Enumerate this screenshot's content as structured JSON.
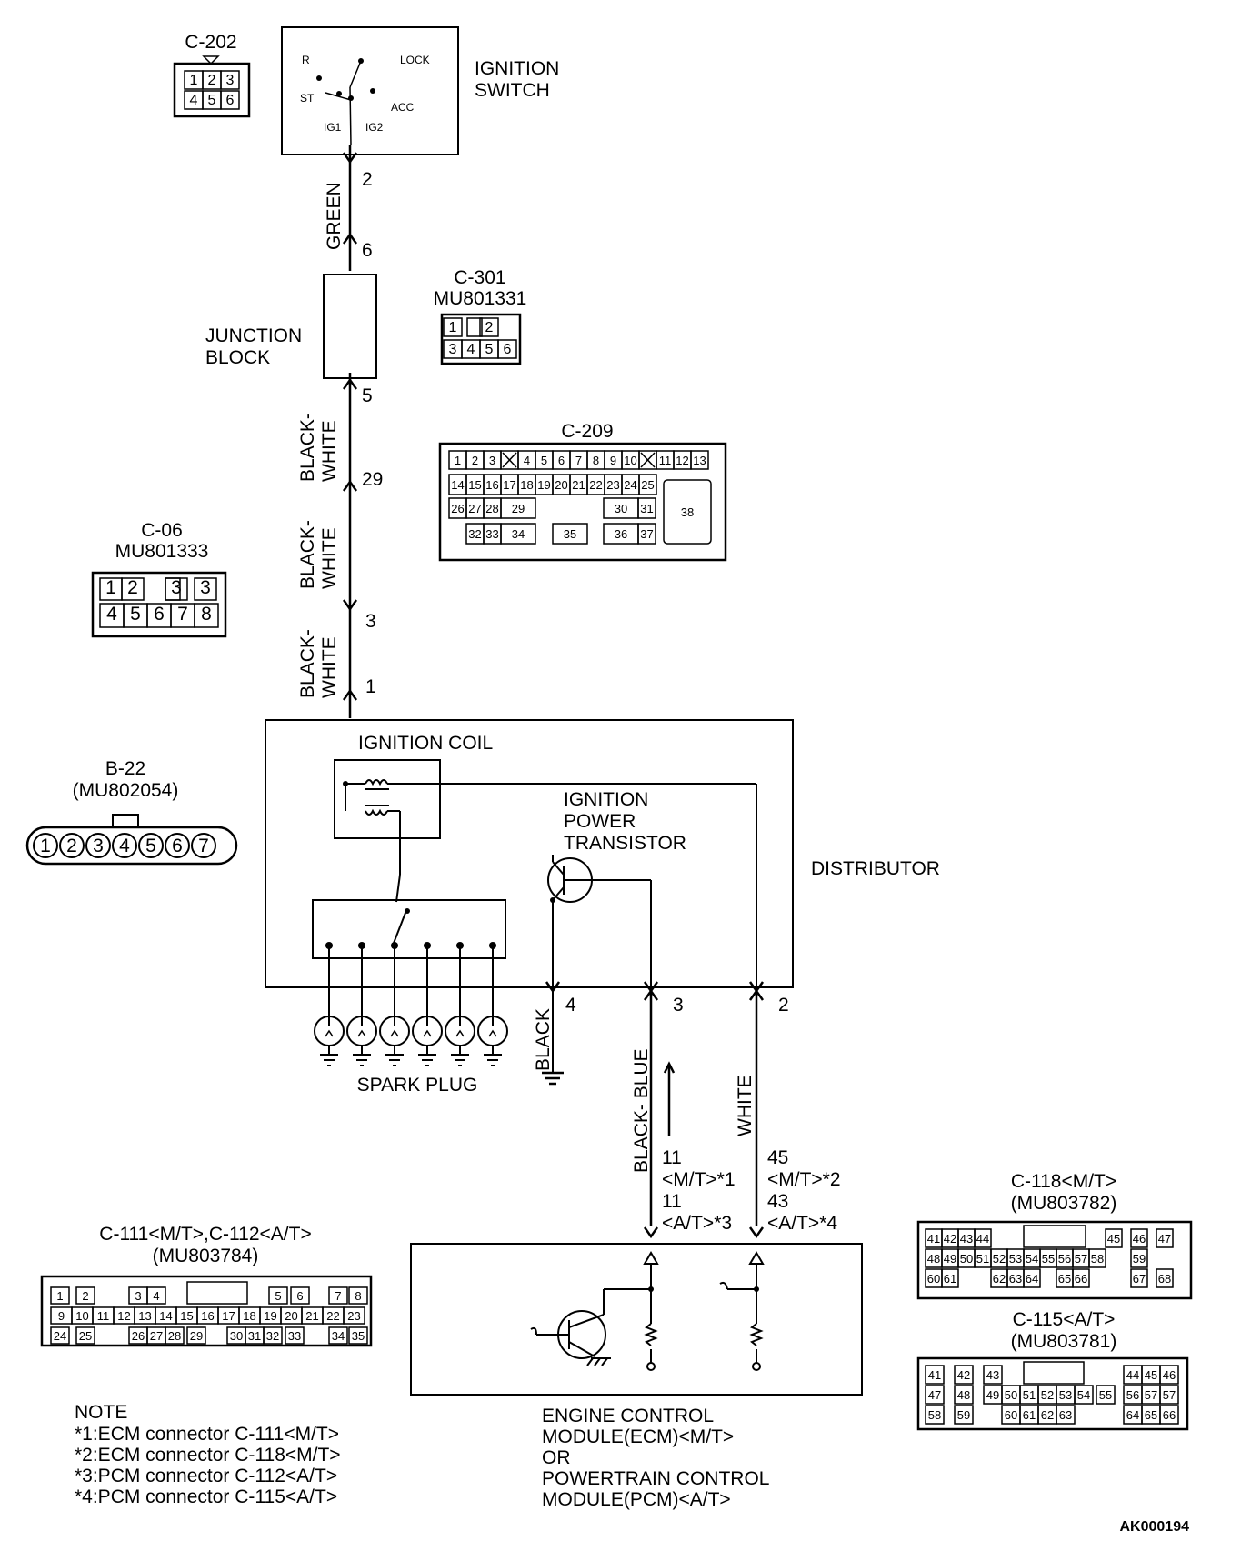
{
  "connectors": {
    "c202": {
      "name": "C-202",
      "rows": [
        [
          "1",
          "2",
          "3"
        ],
        [
          "4",
          "5",
          "6"
        ]
      ]
    },
    "c301": {
      "name": "C-301",
      "part": "MU801331",
      "rows": [
        [
          "1",
          "",
          "2"
        ],
        [
          "3",
          "4",
          "5",
          "6"
        ]
      ]
    },
    "c209": {
      "name": "C-209",
      "row1": [
        "1",
        "2",
        "3",
        "X",
        "4",
        "5",
        "6",
        "7",
        "8",
        "9",
        "10",
        "X",
        "11",
        "12",
        "13"
      ],
      "row2": [
        "14",
        "15",
        "16",
        "17",
        "18",
        "19",
        "20",
        "21",
        "22",
        "23",
        "24",
        "25"
      ],
      "row3": [
        "26",
        "27",
        "28",
        "29",
        "30",
        "31"
      ],
      "row4": [
        "32",
        "33",
        "34",
        "35",
        "36",
        "37"
      ],
      "big": "38"
    },
    "c06": {
      "name": "C-06",
      "part": "MU801333",
      "rows": [
        [
          "1",
          "2",
          "",
          "3"
        ],
        [
          "4",
          "5",
          "6",
          "7",
          "8"
        ]
      ]
    },
    "b22": {
      "name": "B-22",
      "part": "(MU802054)",
      "pins": [
        "1",
        "2",
        "3",
        "4",
        "5",
        "6",
        "7"
      ]
    },
    "c111": {
      "name": "C-111<M/T>,C-112<A/T>",
      "part": "(MU803784)",
      "row1": [
        "1",
        "2",
        "3",
        "4",
        "5",
        "6",
        "7",
        "8"
      ],
      "row2": [
        "9",
        "10",
        "11",
        "12",
        "13",
        "14",
        "15",
        "16",
        "17",
        "18",
        "19",
        "20",
        "21",
        "22",
        "23"
      ],
      "row3": [
        "24",
        "25",
        "26",
        "27",
        "28",
        "29",
        "30",
        "31",
        "32",
        "33",
        "34",
        "35"
      ]
    },
    "c118": {
      "name": "C-118<M/T>",
      "part": "(MU803782)",
      "row1": [
        "41",
        "42",
        "43",
        "44",
        "45",
        "46",
        "47"
      ],
      "row2": [
        "48",
        "49",
        "50",
        "51",
        "52",
        "53",
        "54",
        "55",
        "56",
        "57",
        "58",
        "59"
      ],
      "row3": [
        "60",
        "61",
        "62",
        "63",
        "64",
        "65",
        "66",
        "67",
        "68"
      ]
    },
    "c115": {
      "name": "C-115<A/T>",
      "part": "(MU803781)",
      "row1": [
        "41",
        "42",
        "43",
        "44",
        "45",
        "46"
      ],
      "row2": [
        "47",
        "48",
        "49",
        "50",
        "51",
        "52",
        "53",
        "54",
        "55",
        "56",
        "57"
      ],
      "row3": [
        "58",
        "59",
        "60",
        "61",
        "62",
        "63",
        "64",
        "65",
        "66"
      ]
    }
  },
  "components": {
    "ignition_switch": {
      "line1": "IGNITION",
      "line2": "SWITCH",
      "r": "R",
      "lock": "LOCK",
      "st": "ST",
      "acc": "ACC",
      "ig1": "IG1",
      "ig2": "IG2"
    },
    "junction_block": {
      "line1": "JUNCTION",
      "line2": "BLOCK"
    },
    "ignition_coil": "IGNITION COIL",
    "power_transistor": {
      "line1": "IGNITION",
      "line2": "POWER",
      "line3": "TRANSISTOR"
    },
    "distributor": "DISTRIBUTOR",
    "spark_plug": "SPARK PLUG",
    "ecm": {
      "line1": "ENGINE CONTROL",
      "line2": "MODULE(ECM)<M/T>",
      "line3": "OR",
      "line4": "POWERTRAIN CONTROL",
      "line5": "MODULE(PCM)<A/T>"
    }
  },
  "wires": {
    "green": "GREEN",
    "bw1": "BLACK-\nWHITE",
    "bw2": "BLACK-\nWHITE",
    "bw3": "BLACK-\nWHITE",
    "black": "BLACK",
    "black_blue": "BLACK- BLUE",
    "white": "WHITE"
  },
  "pin_labels": {
    "p2": "2",
    "p6": "6",
    "p5": "5",
    "p29": "29",
    "p3": "3",
    "p1": "1",
    "d4": "4",
    "d3": "3",
    "d2": "2",
    "ecm_left": [
      "11",
      "<M/T>*1",
      "11",
      "<A/T>*3"
    ],
    "ecm_right": [
      "45",
      "<M/T>*2",
      "43",
      "<A/T>*4"
    ]
  },
  "notes": {
    "title": "NOTE",
    "lines": [
      "*1:ECM connector C-111<M/T>",
      "*2:ECM connector C-118<M/T>",
      "*3:PCM connector C-112<A/T>",
      "*4:PCM connector C-115<A/T>"
    ]
  },
  "figure_code": "AK000194"
}
